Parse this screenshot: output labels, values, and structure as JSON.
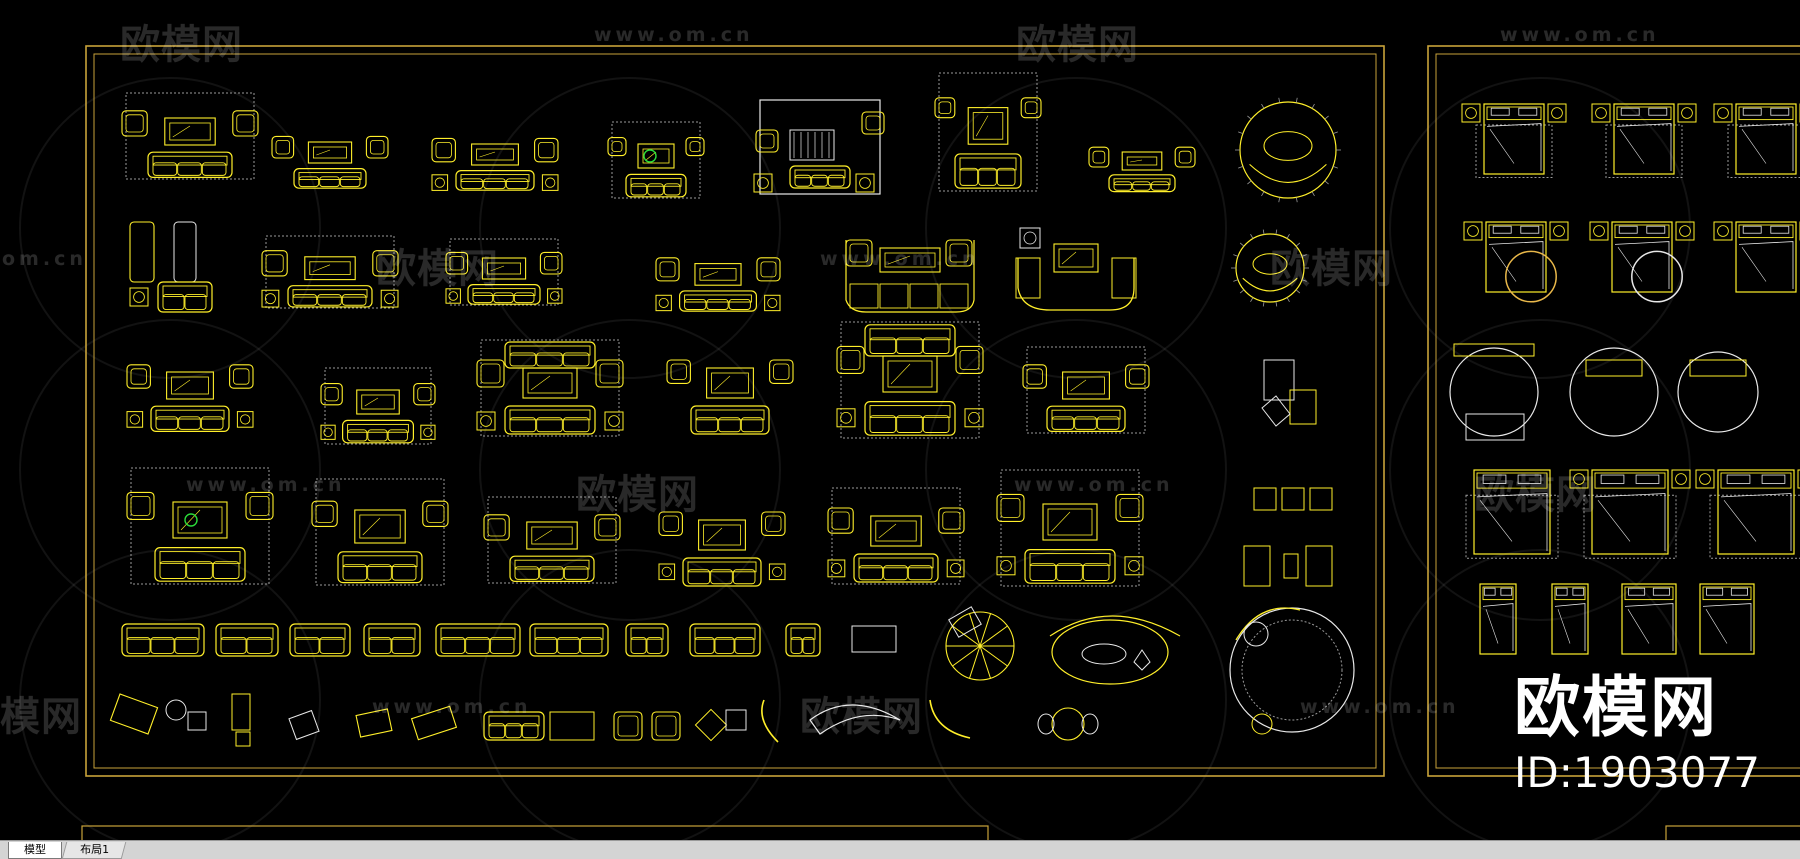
{
  "app": {
    "layout_tabs": [
      "模型",
      "布局1"
    ],
    "active_tab": "模型"
  },
  "watermark": {
    "logo_text": "欧模网",
    "url_text": "www.om.cn",
    "url_fragment": "om.cn",
    "logo_fragment": "欧模网",
    "logo_fragment_left": "模网"
  },
  "brand_overlay": {
    "name": "欧模网",
    "id_text": "ID:1903077"
  },
  "colors": {
    "background": "#000000",
    "frame_gold": "#c8a23a",
    "line_yellow": "#ffef2a",
    "line_white": "#e8e8e8",
    "line_gray": "#9a9a9a",
    "plant_green": "#2bdc3a",
    "tabbar_bg": "#d4d4d4"
  }
}
